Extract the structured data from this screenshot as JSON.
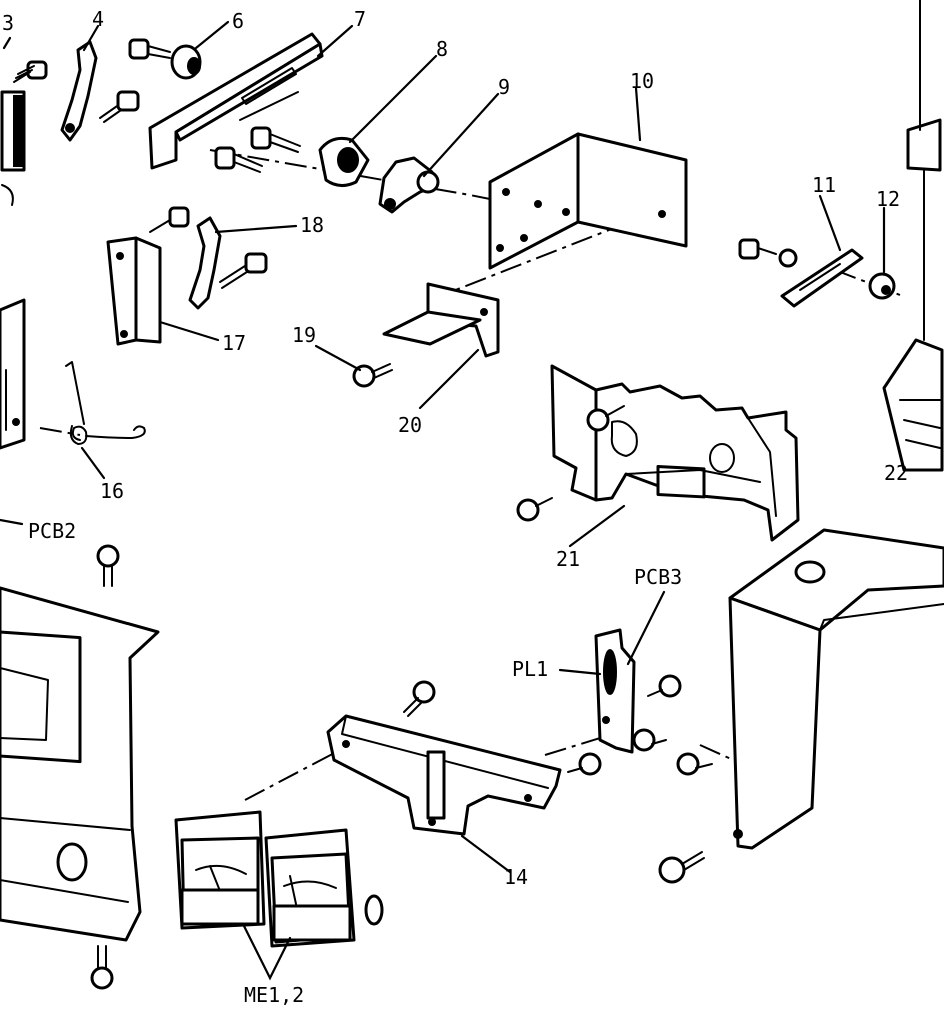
{
  "labels": {
    "l3": "3",
    "l4": "4",
    "l6": "6",
    "l7": "7",
    "l8": "8",
    "l9": "9",
    "l10": "10",
    "l11": "11",
    "l12": "12",
    "l14": "14",
    "l16": "16",
    "l17": "17",
    "l18": "18",
    "l19": "19",
    "l20": "20",
    "l21": "21",
    "l22": "22",
    "pcb2": "PCB2",
    "pcb3": "PCB3",
    "pl1": "PL1",
    "me12": "ME1,2"
  }
}
